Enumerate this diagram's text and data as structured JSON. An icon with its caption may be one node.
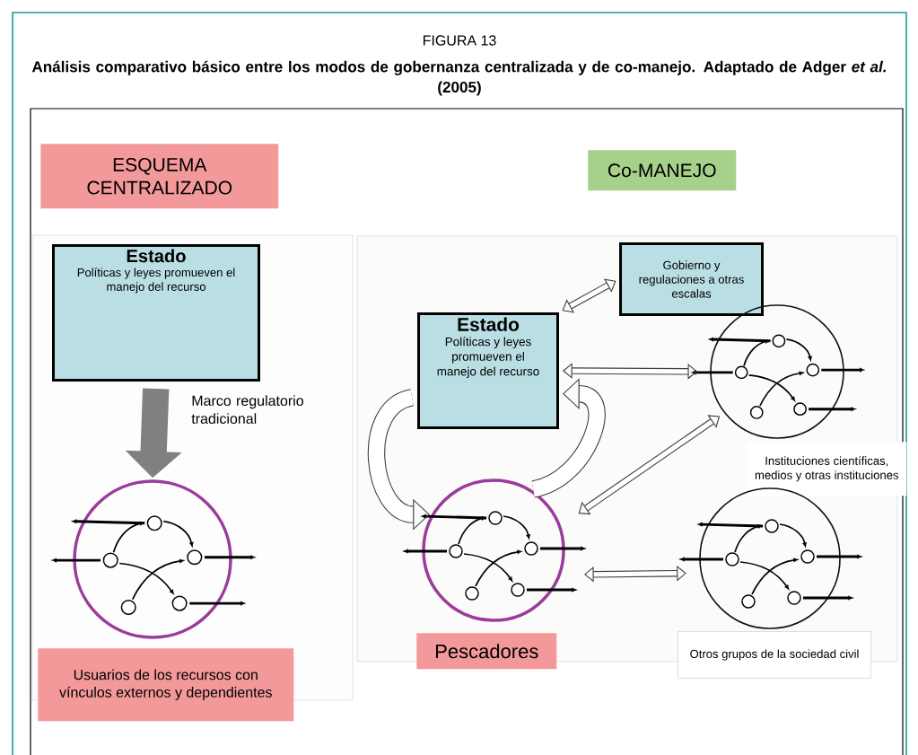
{
  "diagram": {
    "title": "FIGURA 13",
    "caption": "Análisis comparativo básico entre los modos de gobernanza centralizada y de co-manejo. Adaptado de Adger *et al.* (2005)",
    "nodes": [
      {
        "text": [
          "ESQUEMA CENTRALIZADO"
        ]
      },
      {
        "text": [
          "Co-MANEJO"
        ]
      },
      {
        "text": [
          "Estado",
          "Políticas y leyes promueven el manejo del recurso"
        ]
      },
      {
        "text": [],
        "shape": "circle"
      },
      {
        "text": [
          "Usuarios de los recursos con vínculos externos y dependientes"
        ]
      },
      {
        "text": [
          "Estado",
          "Políticas y leyes promueven el manejo del recurso"
        ]
      },
      {
        "text": [
          "Gobierno y regulaciones a otras escalas"
        ]
      },
      {
        "text": [],
        "shape": "circle"
      },
      {
        "text": [
          "Instituciones científicas, medios y otras instituciones"
        ]
      },
      {
        "text": [],
        "shape": "circle"
      },
      {
        "text": [
          "Pescadores"
        ]
      },
      {
        "text": [],
        "shape": "circle"
      },
      {
        "text": [
          "Otros grupos de la sociedad civil"
        ]
      }
    ],
    "edges": [
      {
        "from": 2,
        "to": 3,
        "arrow": "to",
        "label": "Marco regulatorio tradicional",
        "style": "thick",
        "color": "#808080"
      },
      {
        "from": 5,
        "to": 6,
        "arrow": "both"
      },
      {
        "from": 5,
        "to": 7,
        "arrow": "both"
      },
      {
        "from": 9,
        "to": 7,
        "arrow": "both"
      },
      {
        "from": 9,
        "to": 11,
        "arrow": "both"
      },
      {
        "from": 5,
        "to": 9,
        "arrow": "to",
        "style": "thick"
      },
      {
        "from": 9,
        "to": 5,
        "arrow": "to",
        "style": "thick"
      }
    ]
  }
}
